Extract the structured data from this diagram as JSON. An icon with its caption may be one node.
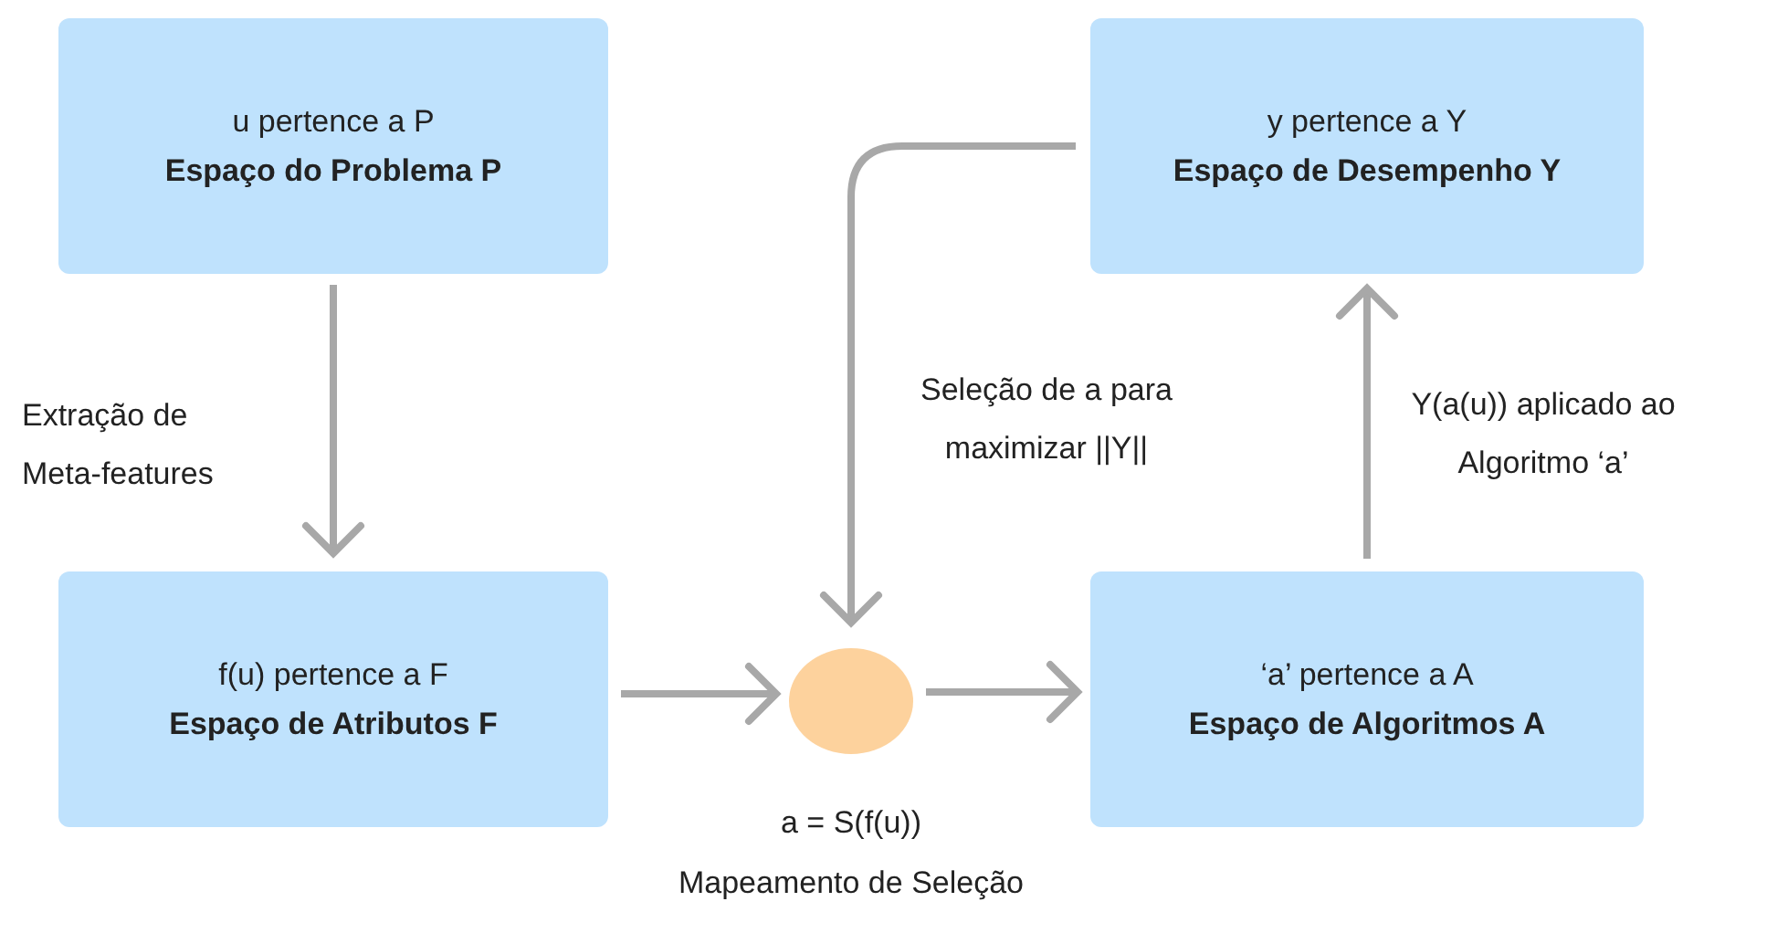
{
  "diagram": {
    "nodes": [
      {
        "text": [
          "u pertence a P",
          "Espaço do Problema P"
        ]
      },
      {
        "text": [
          "y pertence a Y",
          "Espaço de Desempenho Y"
        ]
      },
      {
        "text": [
          "f(u) pertence a F",
          "Espaço de Atributos F"
        ]
      },
      {
        "text": [],
        "shape": "circle",
        "beside": [
          "a = S(f(u))",
          "Mapeamento de Seleção"
        ]
      },
      {
        "text": [
          "‘a’ pertence a A",
          "Espaço de Algoritmos A"
        ]
      }
    ],
    "edges": [
      {
        "from": 0,
        "to": 2,
        "arrow": "to",
        "label": "Extração de Meta-features"
      },
      {
        "from": 2,
        "to": 3,
        "arrow": "to"
      },
      {
        "from": 3,
        "to": 4,
        "arrow": "to"
      },
      {
        "from": 4,
        "to": 1,
        "arrow": "to",
        "label": "Y(a(u)) aplicado ao Algoritmo ‘a’"
      },
      {
        "from": 1,
        "to": 3,
        "arrow": "to",
        "label": "Seleção de a para maximizar ||Y||"
      }
    ]
  }
}
